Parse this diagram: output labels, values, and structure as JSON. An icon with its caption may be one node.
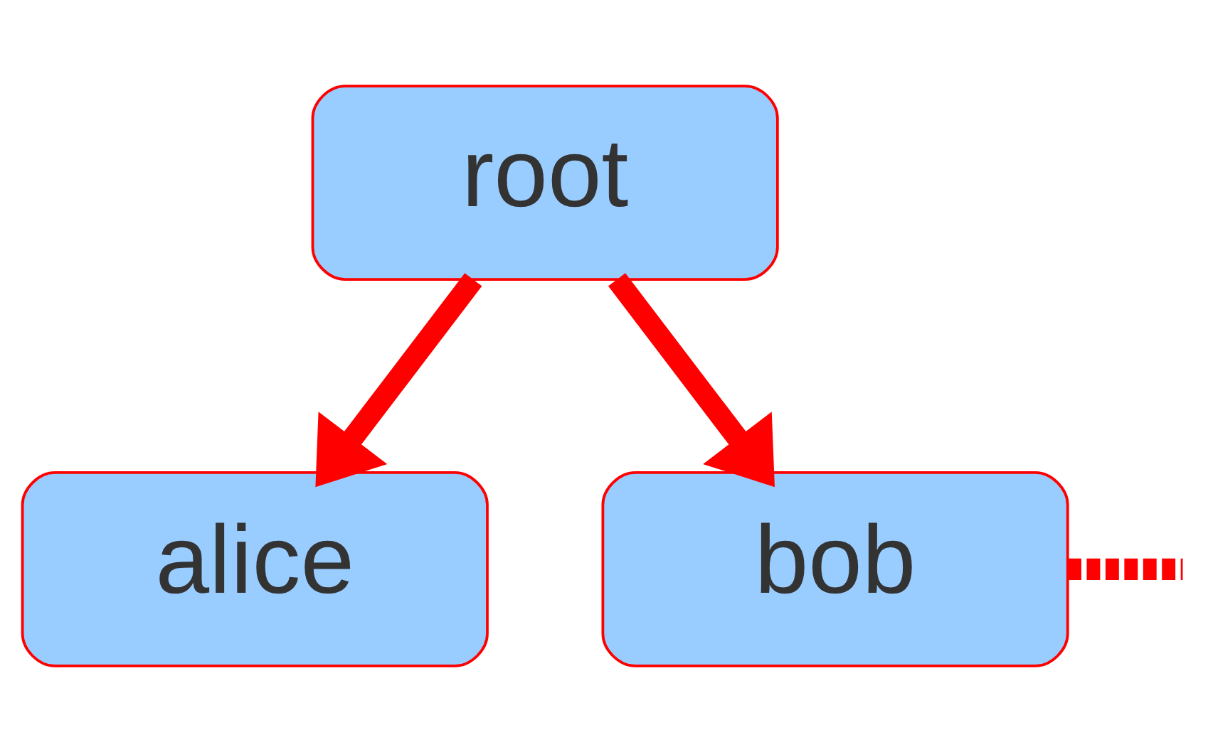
{
  "diagram": {
    "nodes": [
      {
        "text": [
          "root"
        ]
      },
      {
        "text": [
          "alice"
        ]
      },
      {
        "text": [
          "bob"
        ]
      }
    ],
    "edges": [
      {
        "from": 0,
        "to": 1,
        "arrow": "to",
        "color": "#ff0000"
      },
      {
        "from": 0,
        "to": 2,
        "arrow": "to",
        "color": "#ff0000"
      },
      {
        "from": 2,
        "to": null,
        "arrow": "none",
        "style": "dashed",
        "color": "#ff0000"
      }
    ]
  }
}
